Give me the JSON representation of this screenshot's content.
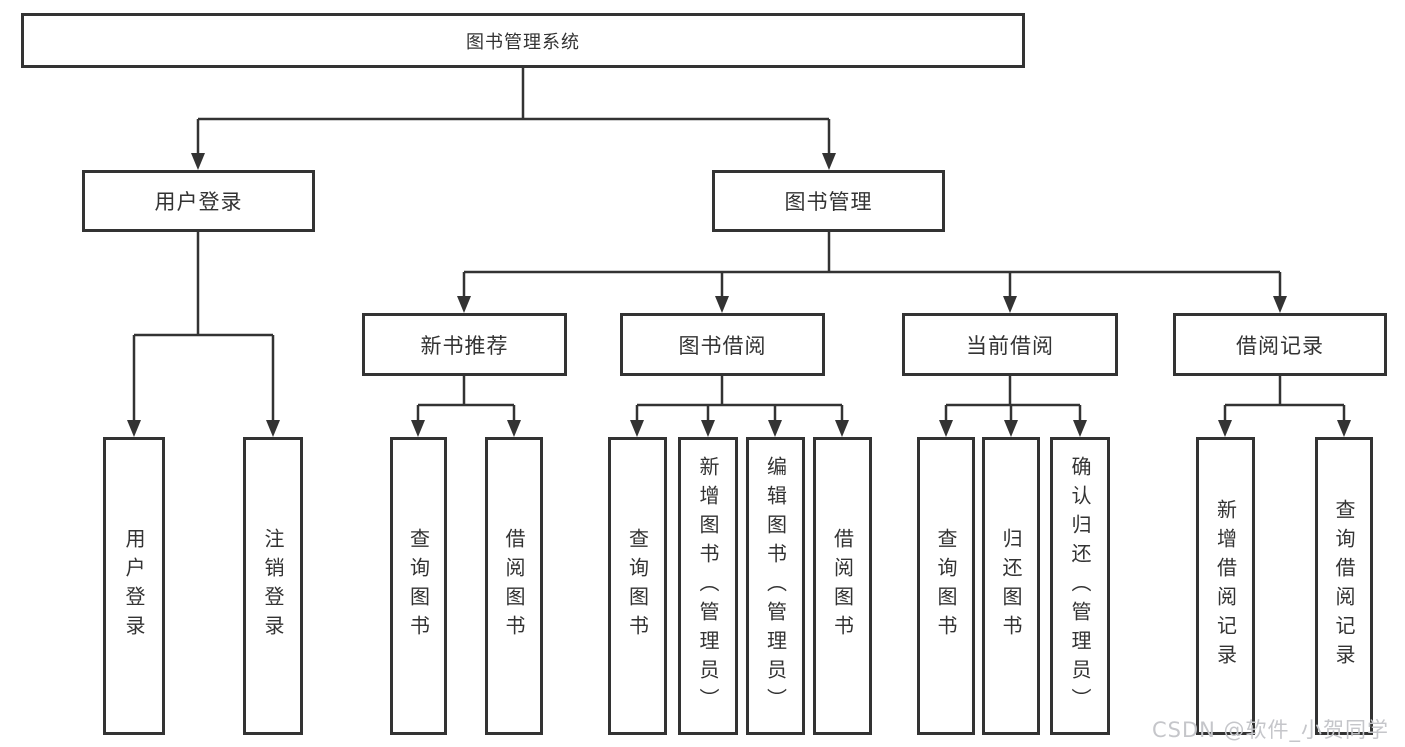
{
  "colors": {
    "line": "#333333",
    "text": "#333333",
    "background": "#ffffff",
    "watermark": "#c5c6ca"
  },
  "root": {
    "label": "图书管理系统"
  },
  "level1": [
    {
      "label": "用户登录"
    },
    {
      "label": "图书管理"
    }
  ],
  "level2": [
    {
      "label": "新书推荐"
    },
    {
      "label": "图书借阅"
    },
    {
      "label": "当前借阅"
    },
    {
      "label": "借阅记录"
    }
  ],
  "leaves": {
    "user_login": [
      {
        "label": "用户登录"
      },
      {
        "label": "注销登录"
      }
    ],
    "new_books": [
      {
        "label": "查询图书"
      },
      {
        "label": "借阅图书"
      }
    ],
    "book_borrowing": [
      {
        "label": "查询图书"
      },
      {
        "label": "新增图书（管理员）"
      },
      {
        "label": "编辑图书（管理员）"
      },
      {
        "label": "借阅图书"
      }
    ],
    "current_borrowing": [
      {
        "label": "查询图书"
      },
      {
        "label": "归还图书"
      },
      {
        "label": "确认归还（管理员）"
      }
    ],
    "borrowing_records": [
      {
        "label": "新增借阅记录"
      },
      {
        "label": "查询借阅记录"
      }
    ]
  },
  "watermark": {
    "text": "CSDN @软件_小贺同学"
  }
}
